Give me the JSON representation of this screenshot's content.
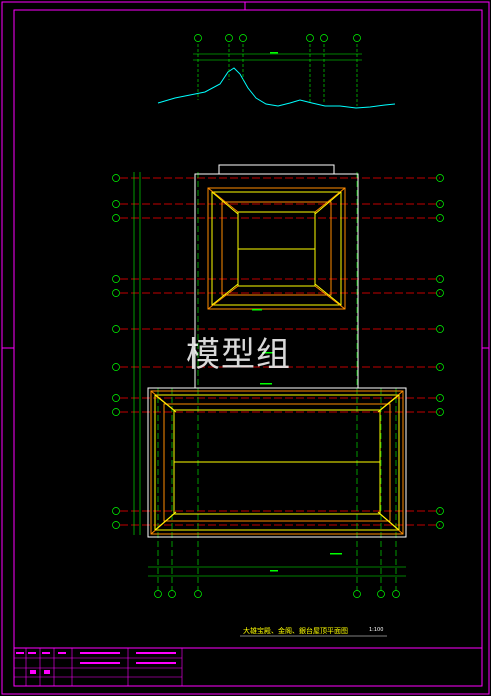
{
  "drawing": {
    "title": "大雄宝殿、金阁、銀台屋顶平面图",
    "scale": "1:100",
    "watermark": "模型组"
  },
  "colors": {
    "background": "#000000",
    "frame": "#ff00ff",
    "axis": "#ff0000",
    "roof_ridge": "#ffff00",
    "roof_edge": "#ff8c00",
    "outline": "#ffffff",
    "dimension": "#00ff00",
    "terrain": "#00ffff"
  }
}
